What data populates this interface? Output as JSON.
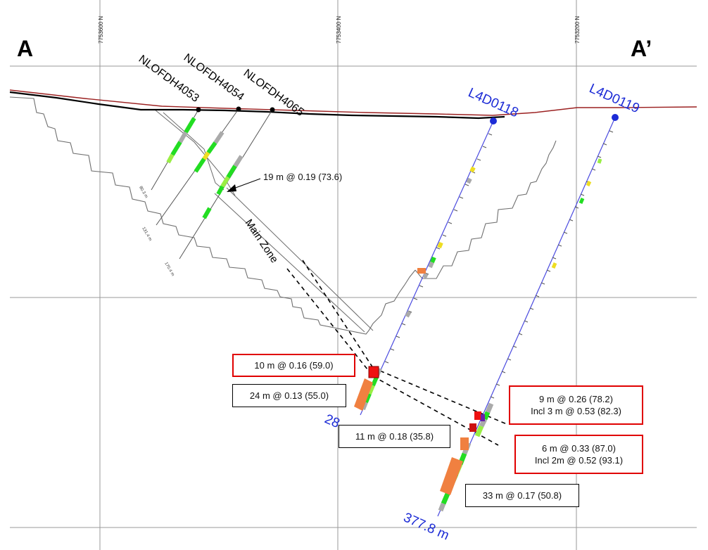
{
  "section": {
    "start_label": "A",
    "end_label": "A’"
  },
  "northings": [
    "7753600 N",
    "7753400 N",
    "7753200 N"
  ],
  "hole_labels": {
    "h4053": "NLOFDH4053",
    "h4054": "NLOFDH4054",
    "h4065": "NLOFDH4065",
    "l4d0118": "L4D0118",
    "l4d0119": "L4D0119"
  },
  "depths": {
    "d4053": "80.3 m",
    "d4054": "131.4 m",
    "d4065": "170.4 m",
    "d0118": "28",
    "d0119": "377.8 m"
  },
  "zone_label": "Main Zone",
  "annotations": {
    "shallow": "19 m @ 0.19 (73.6)"
  },
  "callouts": {
    "c1": {
      "line1": "10 m @ 0.16 (59.0)"
    },
    "c2": {
      "line1": "24 m @ 0.13 (55.0)"
    },
    "c3": {
      "line1": "11 m @ 0.18 (35.8)"
    },
    "c4": {
      "line1": "9 m @ 0.26 (78.2)",
      "line2": "Incl 3 m @ 0.53 (82.3)"
    },
    "c5": {
      "line1": "6 m @ 0.33 (87.0)",
      "line2": "Incl 2m @ 0.52 (93.1)"
    },
    "c6": {
      "line1": "33 m @ 0.17 (50.8)"
    }
  },
  "colors": {
    "highlight_border": "#e00000",
    "hole_trace": "#4a4adf",
    "label_blue": "#1c2bd6",
    "topo_red": "#9b2020",
    "grade_green": "#22dd22",
    "grade_lime": "#99ee44",
    "grade_orange": "#f08040",
    "grade_red": "#ee1111",
    "grade_yellow": "#eedd22",
    "grade_gray": "#aaaaaa"
  }
}
